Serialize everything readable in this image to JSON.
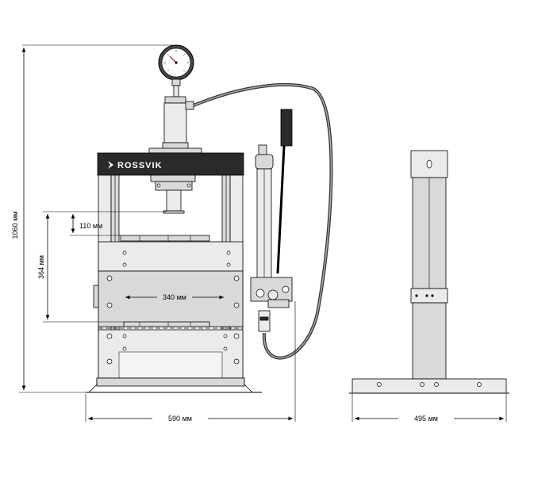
{
  "brand": "ROSSVIK",
  "dimensions": {
    "overall_height": "1060 мм",
    "working_height": "364 мм",
    "stroke": "110 мм",
    "table_width": "340 мм",
    "base_width": "590 мм",
    "depth": "495 мм"
  }
}
